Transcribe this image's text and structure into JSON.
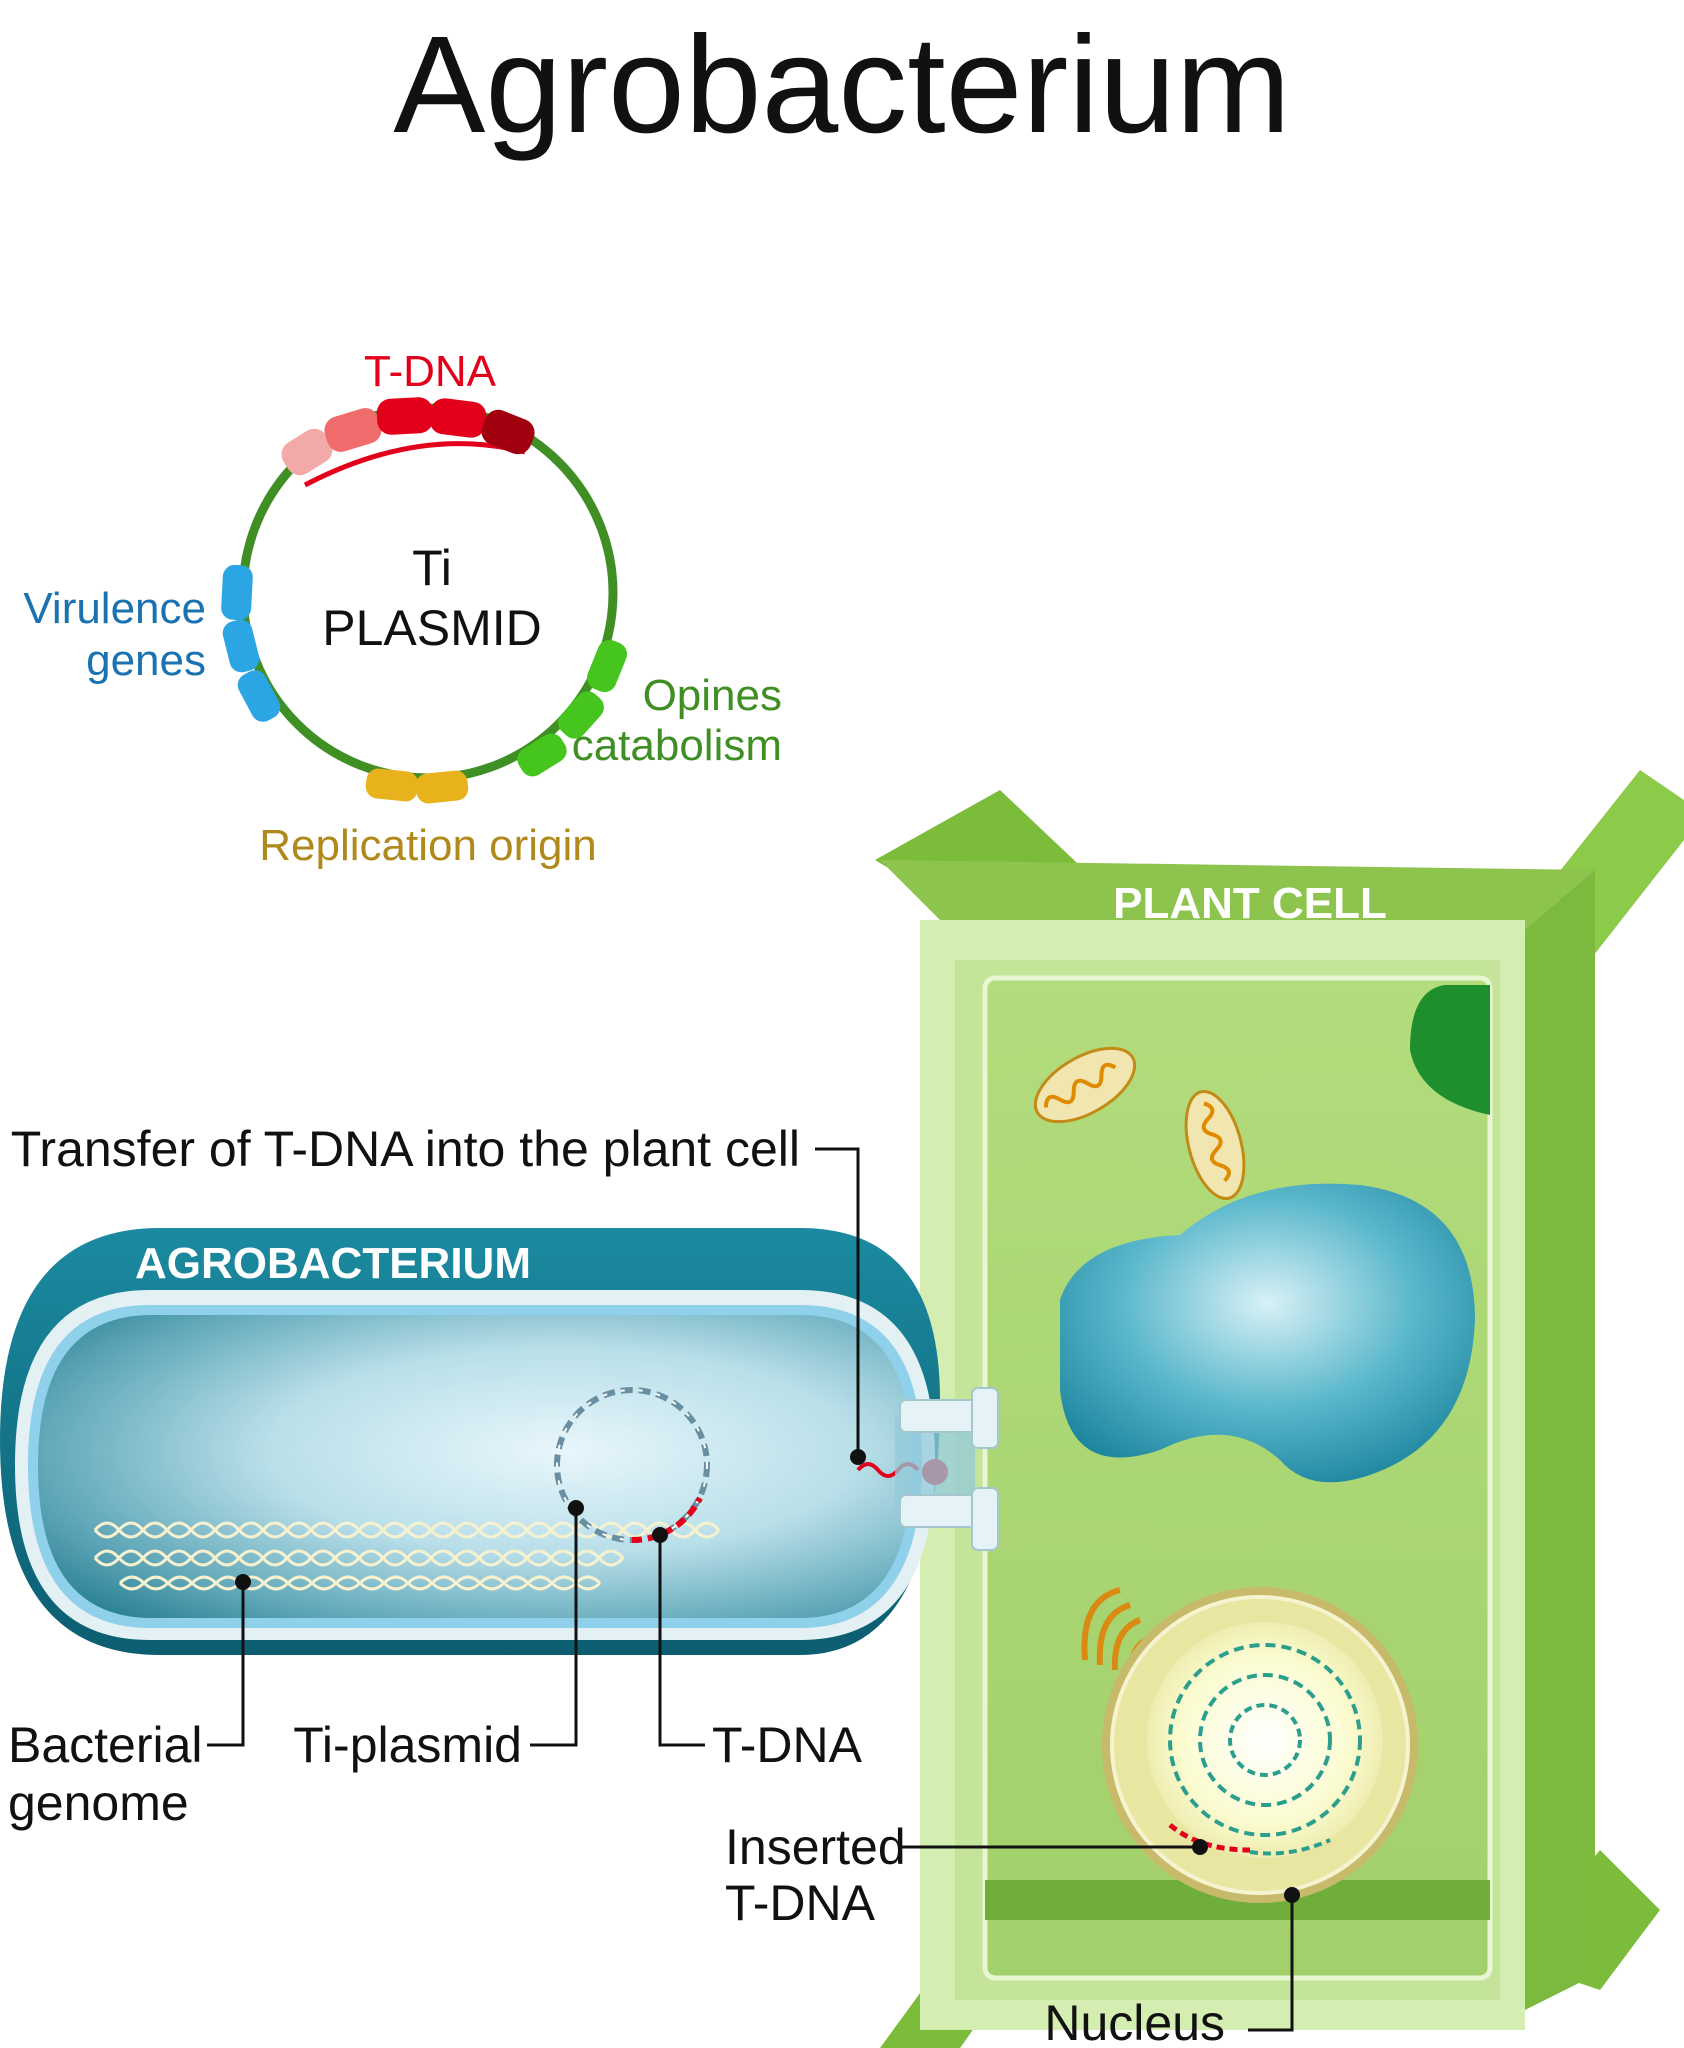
{
  "title": "Agrobacterium",
  "plasmid": {
    "name_line1": "Ti",
    "name_line2": "PLASMID",
    "regions": {
      "tdna": "T-DNA",
      "virulence_line1": "Virulence",
      "virulence_line2": "genes",
      "opines_line1": "Opines",
      "opines_line2": "catabolism",
      "replication": "Replication origin"
    },
    "colors": {
      "backbone": "#3f8f25",
      "tdna": "#e3001b",
      "virulence": "#2ba5e3",
      "opines": "#45c51e",
      "replication": "#e8b21c"
    }
  },
  "bacterium": {
    "name": "AGROBACTERIUM"
  },
  "plant_cell": {
    "name": "PLANT CELL"
  },
  "labels": {
    "transfer": "Transfer of T-DNA into the plant cell",
    "bacterial_genome_line1": "Bacterial",
    "bacterial_genome_line2": "genome",
    "ti_plasmid": "Ti-plasmid",
    "tdna": "T-DNA",
    "inserted_line1": "Inserted",
    "inserted_line2": "T-DNA",
    "nucleus": "Nucleus"
  }
}
